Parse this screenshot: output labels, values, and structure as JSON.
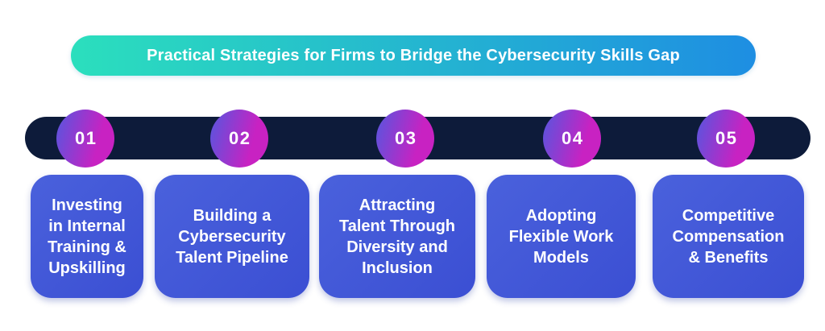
{
  "header": {
    "title": "Practical Strategies for Firms to Bridge the Cybersecurity Skills Gap"
  },
  "steps": [
    {
      "number": "01",
      "label": "Investing\nin Internal\nTraining &\nUpskilling"
    },
    {
      "number": "02",
      "label": "Building a\nCybersecurity\nTalent Pipeline"
    },
    {
      "number": "03",
      "label": "Attracting\nTalent Through\nDiversity and\nInclusion"
    },
    {
      "number": "04",
      "label": "Adopting\nFlexible Work\nModels"
    },
    {
      "number": "05",
      "label": "Competitive\nCompensation\n& Benefits"
    }
  ],
  "colors": {
    "banner_start": "#2BDFBD",
    "banner_end": "#1E8EE2",
    "bar": "#0D1B3A",
    "badge_start": "#5656DF",
    "badge_end": "#C822C2",
    "card_light": "#4A61DC",
    "card_dark": "#3B4FD3",
    "text": "#FFFFFF"
  }
}
